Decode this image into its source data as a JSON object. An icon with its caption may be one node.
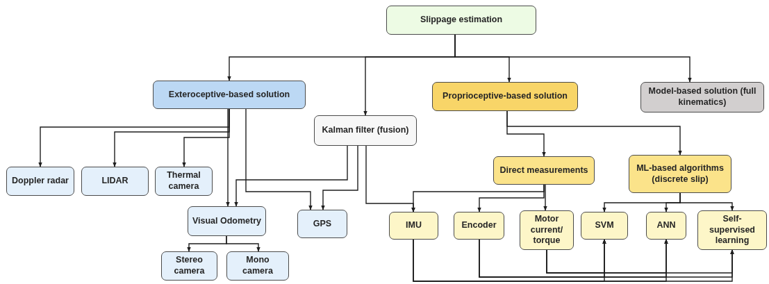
{
  "diagram": {
    "nodes": [
      {
        "text": [
          "Slippage estimation"
        ]
      },
      {
        "text": [
          "Exteroceptive-based solution"
        ]
      },
      {
        "text": [
          "Kalman filter (fusion)"
        ]
      },
      {
        "text": [
          "Proprioceptive-based solution"
        ]
      },
      {
        "text": [
          "Model-based solution (full kinematics)"
        ]
      },
      {
        "text": [
          "Doppler radar"
        ]
      },
      {
        "text": [
          "LIDAR"
        ]
      },
      {
        "text": [
          "Thermal camera"
        ]
      },
      {
        "text": [
          "Visual Odometry"
        ]
      },
      {
        "text": [
          "GPS"
        ]
      },
      {
        "text": [
          "Direct measurements"
        ]
      },
      {
        "text": [
          "ML-based algorithms (discrete slip)"
        ]
      },
      {
        "text": [
          "IMU"
        ]
      },
      {
        "text": [
          "Encoder"
        ]
      },
      {
        "text": [
          "Motor current/ torque"
        ]
      },
      {
        "text": [
          "SVM"
        ]
      },
      {
        "text": [
          "ANN"
        ]
      },
      {
        "text": [
          "Self-supervised learning"
        ]
      },
      {
        "text": [
          "Stereo camera"
        ]
      },
      {
        "text": [
          "Mono camera"
        ]
      }
    ],
    "edges": [
      {
        "from": 0,
        "to": 1,
        "arrow": "to"
      },
      {
        "from": 0,
        "to": 2,
        "arrow": "to"
      },
      {
        "from": 0,
        "to": 3,
        "arrow": "to"
      },
      {
        "from": 0,
        "to": 4,
        "arrow": "to"
      },
      {
        "from": 1,
        "to": 5,
        "arrow": "to"
      },
      {
        "from": 1,
        "to": 6,
        "arrow": "to"
      },
      {
        "from": 1,
        "to": 7,
        "arrow": "to"
      },
      {
        "from": 1,
        "to": 8,
        "arrow": "to"
      },
      {
        "from": 1,
        "to": 9,
        "arrow": "to"
      },
      {
        "from": 2,
        "to": 8,
        "arrow": "to"
      },
      {
        "from": 2,
        "to": 9,
        "arrow": "to"
      },
      {
        "from": 2,
        "to": 12,
        "arrow": "to"
      },
      {
        "from": 3,
        "to": 10,
        "arrow": "to"
      },
      {
        "from": 3,
        "to": 11,
        "arrow": "to"
      },
      {
        "from": 10,
        "to": 12,
        "arrow": "to"
      },
      {
        "from": 10,
        "to": 13,
        "arrow": "to"
      },
      {
        "from": 10,
        "to": 14,
        "arrow": "to"
      },
      {
        "from": 11,
        "to": 15,
        "arrow": "to"
      },
      {
        "from": 11,
        "to": 16,
        "arrow": "to"
      },
      {
        "from": 11,
        "to": 17,
        "arrow": "to"
      },
      {
        "from": 8,
        "to": 18,
        "arrow": "to"
      },
      {
        "from": 8,
        "to": 19,
        "arrow": "to"
      },
      {
        "from": 12,
        "to": 15,
        "arrow": "to"
      },
      {
        "from": 12,
        "to": 16,
        "arrow": "to"
      },
      {
        "from": 12,
        "to": 17,
        "arrow": "to"
      },
      {
        "from": 13,
        "to": 15,
        "arrow": "to"
      },
      {
        "from": 13,
        "to": 16,
        "arrow": "to"
      },
      {
        "from": 13,
        "to": 17,
        "arrow": "to"
      },
      {
        "from": 14,
        "to": 15,
        "arrow": "to"
      },
      {
        "from": 14,
        "to": 16,
        "arrow": "to"
      },
      {
        "from": 14,
        "to": 17,
        "arrow": "to"
      }
    ]
  }
}
